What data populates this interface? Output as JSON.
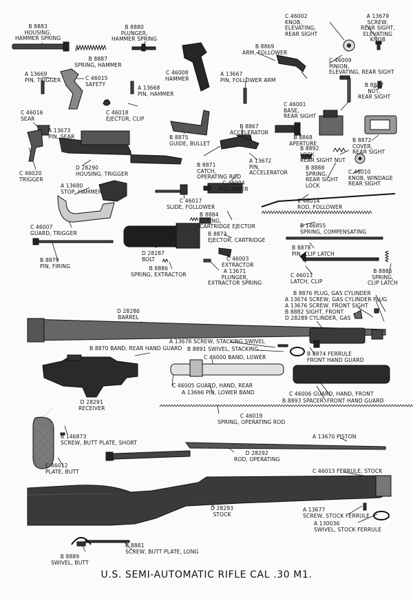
{
  "title": "U.S. SEMI-AUTOMATIC RIFLE CAL .30 M1.",
  "parts": [
    {
      "id": "p01",
      "part_no": "B 8883",
      "name": "HOUSING,\nHAMMER SPRING"
    },
    {
      "id": "p02",
      "part_no": "B 8880",
      "name": "PLUNGER,\nHAMMER SPRING"
    },
    {
      "id": "p03",
      "part_no": "B 8887",
      "name": "SPRING, HAMMER"
    },
    {
      "id": "p04",
      "part_no": "C 46002",
      "name": "KNOB,\nELEVATING,\nREAR SIGHT"
    },
    {
      "id": "p05",
      "part_no": "A 13679",
      "name": "SCREW,\nREAR SIGHT,\nELEVATING\nKNOB"
    },
    {
      "id": "p06",
      "part_no": "B 8869",
      "name": "ARM, FOLLOWER"
    },
    {
      "id": "p07",
      "part_no": "C 46008",
      "name": "HAMMER"
    },
    {
      "id": "p08",
      "part_no": "A 13669",
      "name": "PIN, TRIGGER"
    },
    {
      "id": "p09",
      "part_no": "C 46015",
      "name": "SAFETY"
    },
    {
      "id": "p10",
      "part_no": "A 13668",
      "name": "PIN, HAMMER"
    },
    {
      "id": "p11",
      "part_no": "A 13667",
      "name": "PIN, FOLLOWER ARM"
    },
    {
      "id": "p12",
      "part_no": "C 46009",
      "name": "PINION,\nELEVATING, REAR SIGHT"
    },
    {
      "id": "p13",
      "part_no": "B 8877",
      "name": "NUT,\nREAR SIGHT"
    },
    {
      "id": "p14",
      "part_no": "C 46016",
      "name": "SEAR"
    },
    {
      "id": "p15",
      "part_no": "C 46018",
      "name": "EJECTOR, CLIP"
    },
    {
      "id": "p16",
      "part_no": "C 46001",
      "name": "BASE,\nREAR SIGHT"
    },
    {
      "id": "p17",
      "part_no": "A 13673",
      "name": "PIN, SEAR"
    },
    {
      "id": "p18",
      "part_no": "B 8875",
      "name": "GUIDE, BULLET"
    },
    {
      "id": "p19",
      "part_no": "B 8867",
      "name": "ACCELERATOR"
    },
    {
      "id": "p20",
      "part_no": "B 8868",
      "name": "APERTURE"
    },
    {
      "id": "p21",
      "part_no": "B 8872",
      "name": "COVER,\nREAR SIGHT"
    },
    {
      "id": "p22",
      "part_no": "C 46020",
      "name": "TRIGGER"
    },
    {
      "id": "p23",
      "part_no": "D 28290",
      "name": "HOUSING, TRIGGER"
    },
    {
      "id": "p24",
      "part_no": "B 8871",
      "name": "CATCH,\nOPERATING ROD"
    },
    {
      "id": "p25",
      "part_no": "A 13672",
      "name": "PIN,\nACCELERATOR"
    },
    {
      "id": "p26",
      "part_no": "B 8892",
      "name": "LOCK\nREAR SIGHT NUT"
    },
    {
      "id": "p27",
      "part_no": "B 8888",
      "name": "SPRING,\nREAR SIGHT\nLOCK"
    },
    {
      "id": "p28",
      "part_no": "C 46010",
      "name": "KNOB, WINDAGE\nREAR SIGHT"
    },
    {
      "id": "p29",
      "part_no": "A 13680",
      "name": "STOP, HAMMER"
    },
    {
      "id": "p30",
      "part_no": "C 46004",
      "name": "FOLLOWER"
    },
    {
      "id": "p31",
      "part_no": "C 46017",
      "name": "SLIDE, FOLLOWER"
    },
    {
      "id": "p32",
      "part_no": "C 46014",
      "name": "ROD, FOLLOWER"
    },
    {
      "id": "p33",
      "part_no": "B 8884",
      "name": "SPRING,\nCARTRIDGE EJECTOR"
    },
    {
      "id": "p34",
      "part_no": "C 46007",
      "name": "GUARD, TRIGGER"
    },
    {
      "id": "p35",
      "part_no": "B 146855",
      "name": "SPRING, COMPENSATING"
    },
    {
      "id": "p36",
      "part_no": "B 8873",
      "name": "EJECTOR, CARTRIDGE"
    },
    {
      "id": "p37",
      "part_no": "B 8879",
      "name": "PIN, FIRING"
    },
    {
      "id": "p38",
      "part_no": "D 28287",
      "name": "BOLT"
    },
    {
      "id": "p39",
      "part_no": "B 8878",
      "name": "PIN, CLIP LATCH"
    },
    {
      "id": "p40",
      "part_no": "C 46003",
      "name": "EXTRACTOR"
    },
    {
      "id": "p41",
      "part_no": "B 8886",
      "name": "SPRING, EXTRACTOR"
    },
    {
      "id": "p42",
      "part_no": "A 13671",
      "name": "PLUNGER,\nEXTRACTOR SPRING"
    },
    {
      "id": "p43",
      "part_no": "C 46011",
      "name": "LATCH, CLIP"
    },
    {
      "id": "p44",
      "part_no": "B 8885",
      "name": "SPRING,\nCLIP LATCH"
    },
    {
      "id": "p45",
      "part_no": "B 8876",
      "name": "PLUG, GAS CYLINDER"
    },
    {
      "id": "p46",
      "part_no": "A 13674",
      "name": "SCREW, GAS CYLINDER PLUG"
    },
    {
      "id": "p47",
      "part_no": "A 13676",
      "name": "SCREW, FRONT SIGHT"
    },
    {
      "id": "p48",
      "part_no": "B 8882",
      "name": "SIGHT, FRONT"
    },
    {
      "id": "p49",
      "part_no": "D 28289",
      "name": "CYLINDER, GAS"
    },
    {
      "id": "p50",
      "part_no": "D 28286",
      "name": "BARREL"
    },
    {
      "id": "p51",
      "part_no": "A 13678",
      "name": "SCREW, STACKING SWIVEL"
    },
    {
      "id": "p52",
      "part_no": "B 8891",
      "name": "SWIVEL, STACKING"
    },
    {
      "id": "p53",
      "part_no": "B 8870",
      "name": "BAND, REAR HAND GUARD"
    },
    {
      "id": "p54",
      "part_no": "C 46000",
      "name": "BAND, LOWER"
    },
    {
      "id": "p55",
      "part_no": "B 8874",
      "name": "FERRULE\nFRONT HAND GUARD"
    },
    {
      "id": "p56",
      "part_no": "C 46005",
      "name": "GUARD, HAND, REAR"
    },
    {
      "id": "p57",
      "part_no": "A 13666",
      "name": "PIN, LOWER BAND"
    },
    {
      "id": "p58",
      "part_no": "C 46006",
      "name": "GUARD, HAND, FRONT"
    },
    {
      "id": "p59",
      "part_no": "B 8893",
      "name": "SPACER, FRONT HAND GUARD"
    },
    {
      "id": "p60",
      "part_no": "D 28291",
      "name": "RECEIVER"
    },
    {
      "id": "p61",
      "part_no": "C 46019",
      "name": "SPRING, OPERATING ROD"
    },
    {
      "id": "p62",
      "part_no": "B 146873",
      "name": "SCREW, BUTT PLATE, SHORT"
    },
    {
      "id": "p63",
      "part_no": "A 13670",
      "name": "PISTON"
    },
    {
      "id": "p64",
      "part_no": "D 28292",
      "name": "ROD, OPERATING"
    },
    {
      "id": "p65",
      "part_no": "C 46012",
      "name": "PLATE, BUTT"
    },
    {
      "id": "p66",
      "part_no": "C 46013",
      "name": "FERRULE, STOCK"
    },
    {
      "id": "p67",
      "part_no": "D 28293",
      "name": "STOCK"
    },
    {
      "id": "p68",
      "part_no": "A 13677",
      "name": "SCREW, STOCK FERRULE"
    },
    {
      "id": "p69",
      "part_no": "A 130036",
      "name": "SWIVEL, STOCK FERRULE"
    },
    {
      "id": "p70",
      "part_no": "B 8881",
      "name": "SCREW, BUTT PLATE, LONG"
    },
    {
      "id": "p71",
      "part_no": "B 8889",
      "name": "SWIVEL, BUTT"
    }
  ]
}
